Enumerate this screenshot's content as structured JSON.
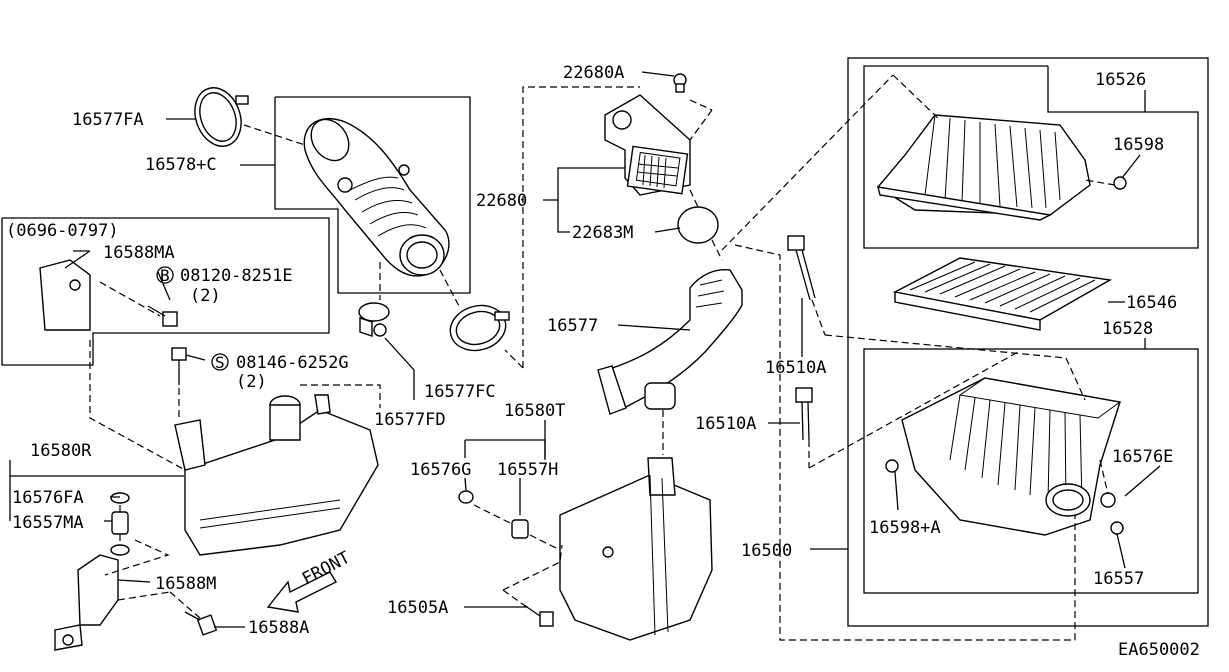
{
  "labels": {
    "l_22680A": "22680A",
    "l_16577FA": "16577FA",
    "l_16578C": "16578+C",
    "l_22680": "22680",
    "l_22683M": "22683M",
    "l_16526": "16526",
    "l_16598": "16598",
    "l_0696": "(0696-0797)",
    "l_16588MA": "16588MA",
    "l_08120": "08120-8251E",
    "l_b_count": "(2)",
    "l_08146": "08146-6252G",
    "l_s_count": "(2)",
    "l_16577": "16577",
    "l_16546": "16546",
    "l_16528": "16528",
    "l_16510A_1": "16510A",
    "l_16510A_2": "16510A",
    "l_16577FC": "16577FC",
    "l_16577FD": "16577FD",
    "l_16580T": "16580T",
    "l_16580R": "16580R",
    "l_16576G": "16576G",
    "l_16557H": "16557H",
    "l_16576E": "16576E",
    "l_16576FA": "16576FA",
    "l_16557MA": "16557MA",
    "l_16598A": "16598+A",
    "l_16500": "16500",
    "l_16588M": "16588M",
    "l_16557": "16557",
    "l_16505A": "16505A",
    "l_16588A": "16588A",
    "l_front": "FRONT",
    "l_code": "EA650002"
  },
  "symbols": {
    "b": "B",
    "s": "S"
  }
}
